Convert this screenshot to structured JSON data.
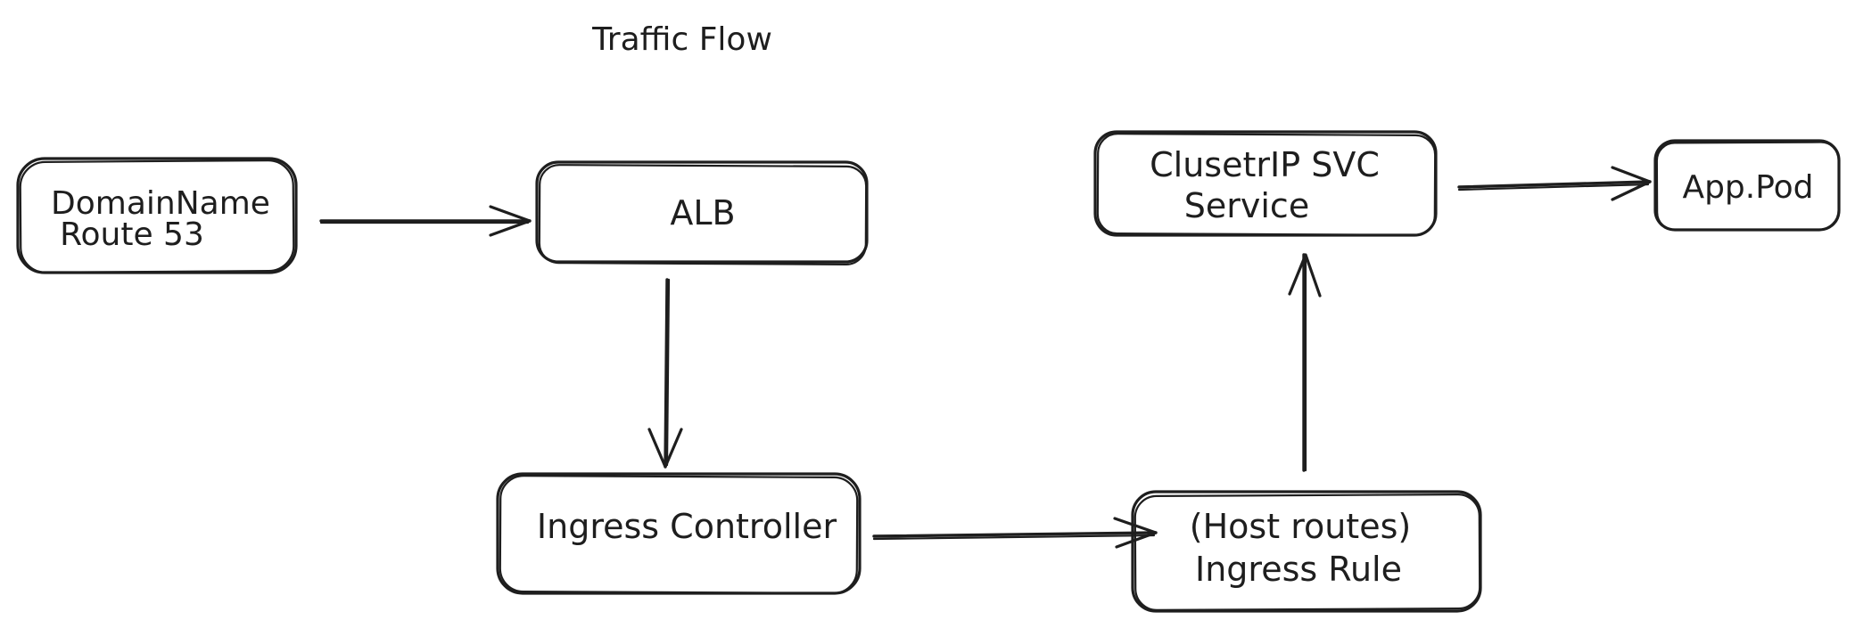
{
  "title": "Traffic Flow",
  "nodes": {
    "dns": {
      "lines": [
        "DomainName",
        "Route 53"
      ]
    },
    "alb": {
      "lines": [
        "ALB"
      ]
    },
    "ingress_controller": {
      "lines": [
        "Ingress Controller"
      ]
    },
    "ingress_rule": {
      "lines": [
        "(Host routes)",
        "Ingress Rule"
      ]
    },
    "clusterip_service": {
      "lines": [
        "ClusetrIP SVC",
        "Service"
      ]
    },
    "app_pod": {
      "lines": [
        "App.Pod"
      ]
    }
  },
  "edges": [
    {
      "from": "dns",
      "to": "alb"
    },
    {
      "from": "alb",
      "to": "ingress_controller"
    },
    {
      "from": "ingress_controller",
      "to": "ingress_rule"
    },
    {
      "from": "ingress_rule",
      "to": "clusterip_service"
    },
    {
      "from": "clusterip_service",
      "to": "app_pod"
    }
  ],
  "colors": {
    "stroke": "#1e1e1e",
    "background": "#ffffff"
  }
}
